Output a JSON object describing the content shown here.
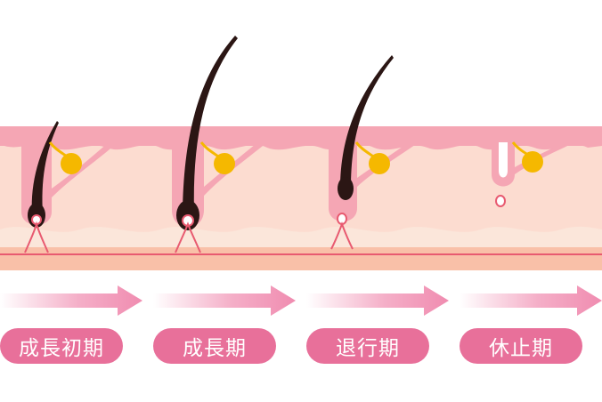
{
  "stages": [
    {
      "label": "成長初期"
    },
    {
      "label": "成長期"
    },
    {
      "label": "退行期"
    },
    {
      "label": "休止期"
    }
  ],
  "colors": {
    "skin_top": "#f5a6b4",
    "skin_mid": "#fcdcd0",
    "skin_wave": "#fbe6da",
    "skin_bottom": "#f9c0a8",
    "vessel": "#e85a70",
    "hair": "#2b1614",
    "gland": "#f5b800",
    "label_bg": "#e8709a",
    "arrow": "#f08cb0"
  }
}
